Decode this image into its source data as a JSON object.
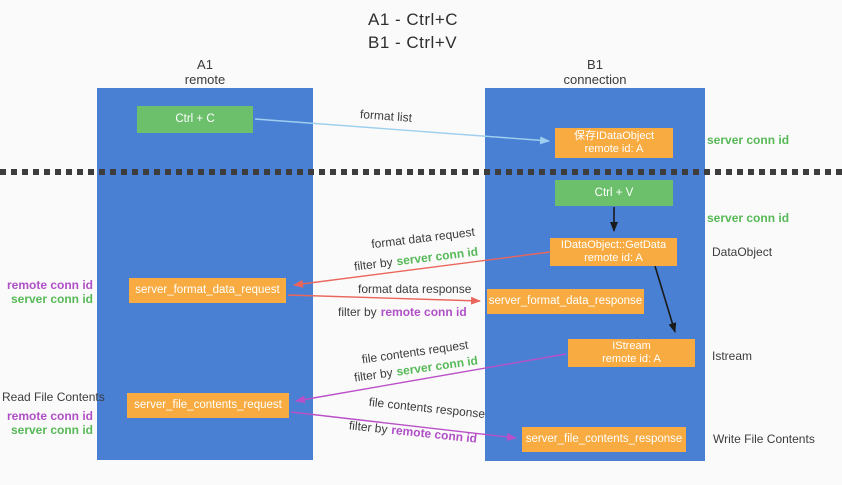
{
  "title": {
    "line1": "A1 - Ctrl+C",
    "line2": "B1 - Ctrl+V"
  },
  "columns": {
    "left": {
      "name": "A1",
      "subtitle": "remote"
    },
    "right": {
      "name": "B1",
      "subtitle": "connection"
    }
  },
  "nodes": {
    "ctrl_c": {
      "label": "Ctrl + C"
    },
    "save_dataobject": {
      "line1": "保存IDataObject",
      "line2": "remote id: A"
    },
    "ctrl_v": {
      "label": "Ctrl + V"
    },
    "getdata": {
      "line1": "IDataObject::GetData",
      "line2": "remote id: A"
    },
    "server_format_data_request": {
      "label": "server_format_data_request"
    },
    "server_format_data_response": {
      "label": "server_format_data_response"
    },
    "istream": {
      "line1": "IStream",
      "line2": "remote id: A"
    },
    "server_file_contents_request": {
      "label": "server_file_contents_request"
    },
    "server_file_contents_response": {
      "label": "server_file_contents_response"
    }
  },
  "flow_labels": {
    "format_list": "format list",
    "format_data_request": "format data request",
    "format_data_request_filter_prefix": "filter by",
    "format_data_request_filter_id": "server conn id",
    "format_data_response": "format data response",
    "format_data_response_filter_prefix": "filter by",
    "format_data_response_filter_id": "remote conn id",
    "file_contents_request": "file contents request",
    "file_contents_request_filter_prefix": "filter by",
    "file_contents_request_filter_id": "server conn id",
    "file_contents_response": "file contents response",
    "file_contents_response_filter_prefix": "filter by",
    "file_contents_response_filter_id": "remote conn id"
  },
  "side_labels": {
    "server_conn_id_top_right": "server conn id",
    "server_conn_id_mid_right": "server conn id",
    "dataobject": "DataObject",
    "istream": "Istream",
    "write_file_contents": "Write File Contents",
    "read_file_contents": "Read File Contents",
    "remote_conn_id_left_top": "remote conn id",
    "server_conn_id_left_top": "server conn id",
    "remote_conn_id_left_bottom": "remote conn id",
    "server_conn_id_left_bottom": "server conn id"
  },
  "colors": {
    "lifeline_blue": "#4a80d4",
    "box_green": "#6cbf6b",
    "box_orange": "#f7ab41",
    "id_green": "#57b957",
    "id_purple": "#b050c6",
    "arrow_red": "#ea665c",
    "arrow_magenta": "#ba50c8",
    "arrow_blue": "#9fcfef",
    "arrow_black": "#1a1a1a",
    "text_dark": "#3c3c3c"
  }
}
